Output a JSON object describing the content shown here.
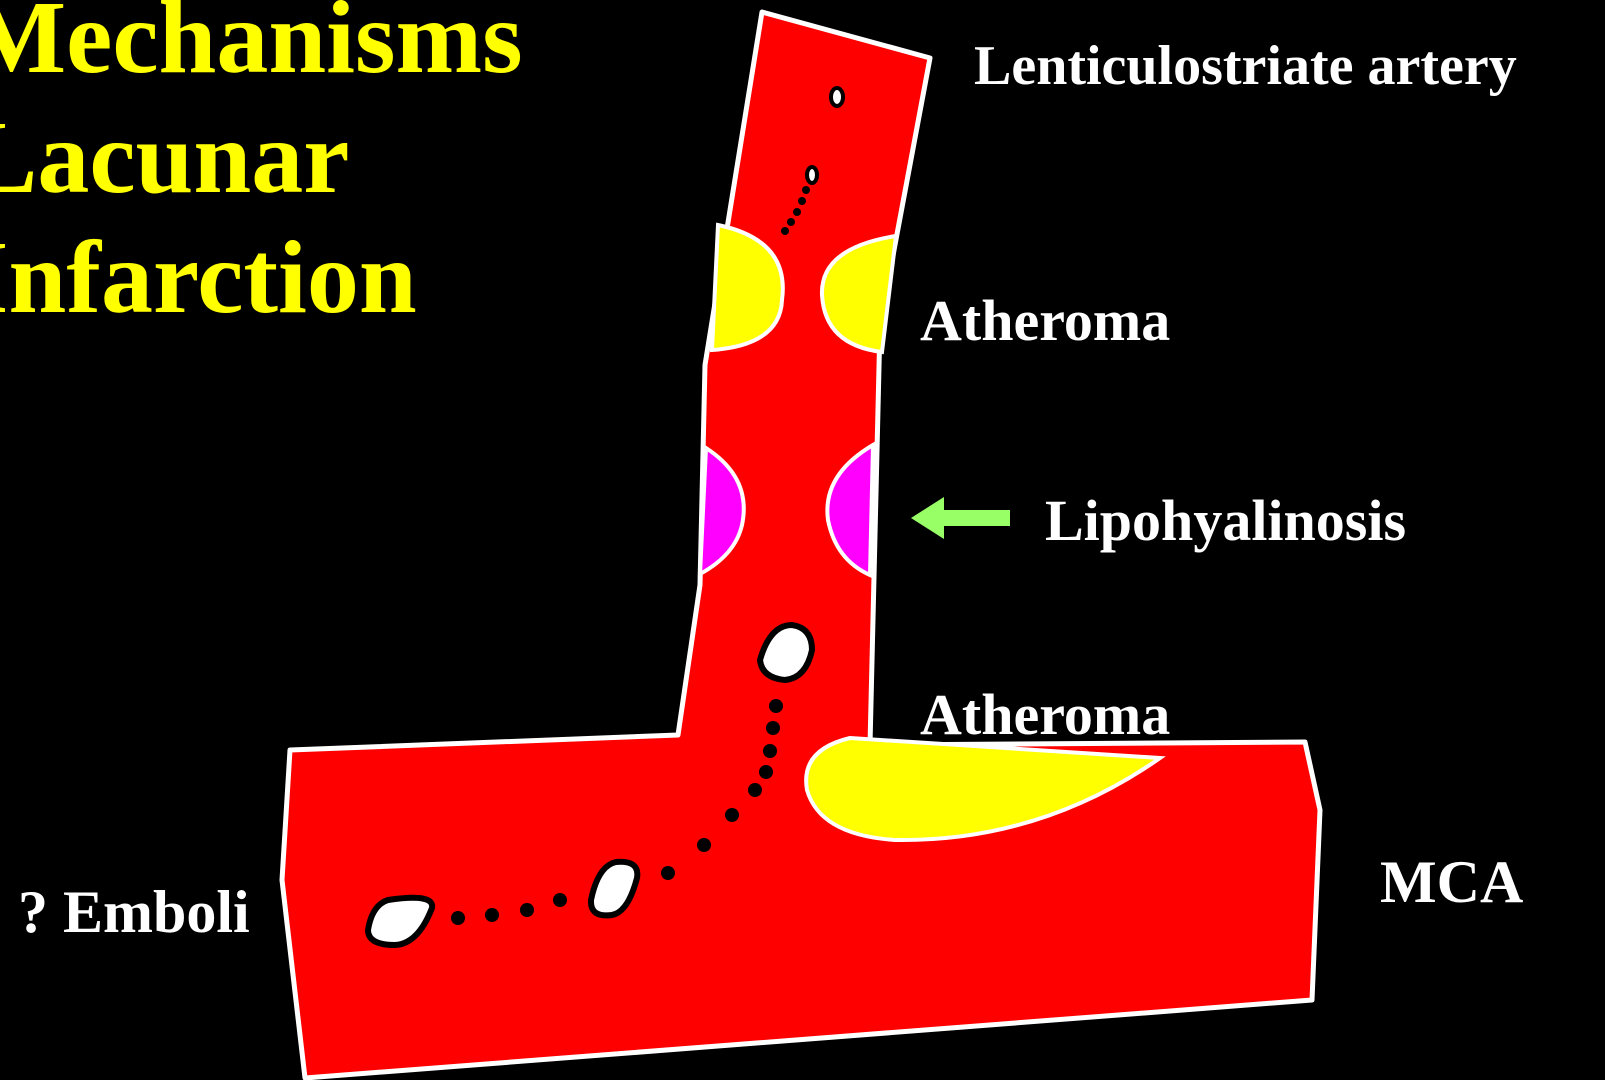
{
  "title": {
    "line1": "Mechanisms",
    "line2": "Lacunar",
    "line3": "Infarction"
  },
  "labels": {
    "lenticulostriate": "Lenticulostriate artery",
    "atheroma_upper": "Atheroma",
    "lipohyalinosis": "Lipohyalinosis",
    "atheroma_lower": "Atheroma",
    "mca": "MCA",
    "emboli": "? Emboli"
  },
  "colors": {
    "background": "#000000",
    "vessel": "#ff0000",
    "atheroma": "#ffff00",
    "lipohyalinosis": "#ff00ff",
    "arrow": "#99ff66",
    "title": "#ffff00",
    "label": "#ffffff"
  },
  "icons": {
    "pointer": "left-arrow-icon"
  }
}
